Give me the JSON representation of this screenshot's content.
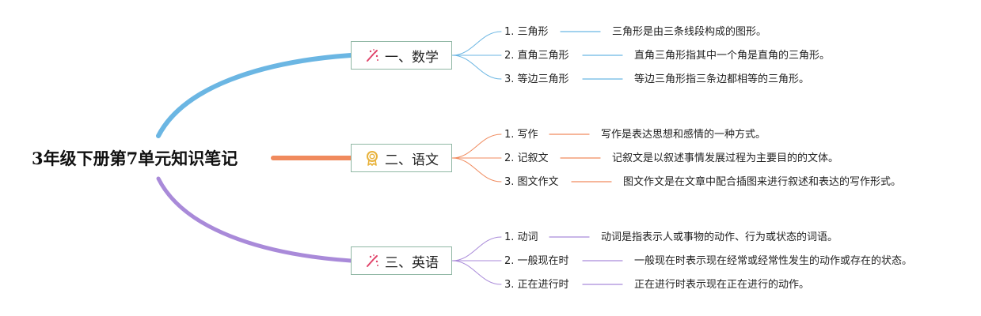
{
  "title": "3年级下册第7单元知识笔记",
  "colors": {
    "math": "#6bb6e3",
    "chinese": "#f08a5d",
    "english": "#a98ad9",
    "box_border": "#8fb7a4"
  },
  "branches": [
    {
      "label": "一、数学",
      "icon": "magic-wand-icon",
      "items": [
        {
          "label": "1. 三角形",
          "desc": "三角形是由三条线段构成的图形。"
        },
        {
          "label": "2. 直角三角形",
          "desc": "直角三角形指其中一个角是直角的三角形。"
        },
        {
          "label": "3. 等边三角形",
          "desc": "等边三角形指三条边都相等的三角形。"
        }
      ]
    },
    {
      "label": "二、语文",
      "icon": "award-ribbon-icon",
      "items": [
        {
          "label": "1. 写作",
          "desc": "写作是表达思想和感情的一种方式。"
        },
        {
          "label": "2. 记叙文",
          "desc": "记叙文是以叙述事情发展过程为主要目的的文体。"
        },
        {
          "label": "3. 图文作文",
          "desc": "图文作文是在文章中配合插图来进行叙述和表达的写作形式。"
        }
      ]
    },
    {
      "label": "三、英语",
      "icon": "magic-wand-icon",
      "items": [
        {
          "label": "1. 动词",
          "desc": "动词是指表示人或事物的动作、行为或状态的词语。"
        },
        {
          "label": "2. 一般现在时",
          "desc": "一般现在时表示现在经常或经常性发生的动作或存在的状态。"
        },
        {
          "label": "3. 正在进行时",
          "desc": "正在进行时表示现在正在进行的动作。"
        }
      ]
    }
  ]
}
